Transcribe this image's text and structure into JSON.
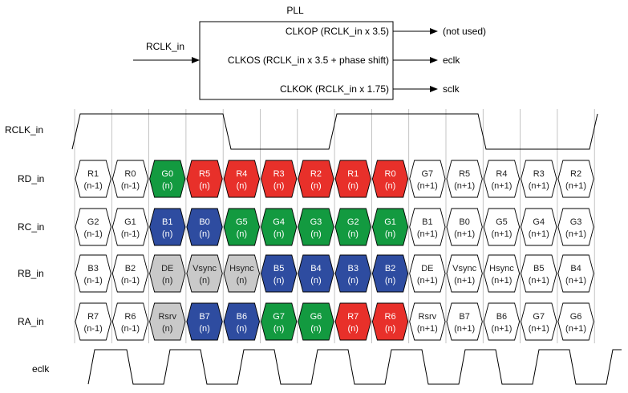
{
  "pll": {
    "title": "PLL",
    "input": "RCLK_in",
    "outputs": [
      {
        "label": "CLKOP (RCLK_in x 3.5)",
        "dest": "(not used)"
      },
      {
        "label": "CLKOS (RCLK_in x 3.5 + phase shift)",
        "dest": "eclk"
      },
      {
        "label": "CLKOK (RCLK_in x 1.75)",
        "dest": "sclk"
      }
    ]
  },
  "colors": {
    "red": "#e8302a",
    "green": "#139a40",
    "blue": "#2e4ca0",
    "gray": "#c9c9c9",
    "white": "#ffffff"
  },
  "signals": {
    "rclk": "RCLK_in",
    "eclk": "eclk"
  },
  "rows": [
    {
      "label": "RD_in",
      "cells": [
        {
          "name": "R1",
          "sub": "(n-1)",
          "color": "white"
        },
        {
          "name": "R0",
          "sub": "(n-1)",
          "color": "white"
        },
        {
          "name": "G0",
          "sub": "(n)",
          "color": "green"
        },
        {
          "name": "R5",
          "sub": "(n)",
          "color": "red"
        },
        {
          "name": "R4",
          "sub": "(n)",
          "color": "red"
        },
        {
          "name": "R3",
          "sub": "(n)",
          "color": "red"
        },
        {
          "name": "R2",
          "sub": "(n)",
          "color": "red"
        },
        {
          "name": "R1",
          "sub": "(n)",
          "color": "red"
        },
        {
          "name": "R0",
          "sub": "(n)",
          "color": "red"
        },
        {
          "name": "G7",
          "sub": "(n+1)",
          "color": "white"
        },
        {
          "name": "R5",
          "sub": "(n+1)",
          "color": "white"
        },
        {
          "name": "R4",
          "sub": "(n+1)",
          "color": "white"
        },
        {
          "name": "R3",
          "sub": "(n+1)",
          "color": "white"
        },
        {
          "name": "R2",
          "sub": "(n+1)",
          "color": "white"
        }
      ]
    },
    {
      "label": "RC_in",
      "cells": [
        {
          "name": "G2",
          "sub": "(n-1)",
          "color": "white"
        },
        {
          "name": "G1",
          "sub": "(n-1)",
          "color": "white"
        },
        {
          "name": "B1",
          "sub": "(n)",
          "color": "blue"
        },
        {
          "name": "B0",
          "sub": "(n)",
          "color": "blue"
        },
        {
          "name": "G5",
          "sub": "(n)",
          "color": "green"
        },
        {
          "name": "G4",
          "sub": "(n)",
          "color": "green"
        },
        {
          "name": "G3",
          "sub": "(n)",
          "color": "green"
        },
        {
          "name": "G2",
          "sub": "(n)",
          "color": "green"
        },
        {
          "name": "G1",
          "sub": "(n)",
          "color": "green"
        },
        {
          "name": "B1",
          "sub": "(n+1)",
          "color": "white"
        },
        {
          "name": "B0",
          "sub": "(n+1)",
          "color": "white"
        },
        {
          "name": "G5",
          "sub": "(n+1)",
          "color": "white"
        },
        {
          "name": "G4",
          "sub": "(n+1)",
          "color": "white"
        },
        {
          "name": "G3",
          "sub": "(n+1)",
          "color": "white"
        }
      ]
    },
    {
      "label": "RB_in",
      "cells": [
        {
          "name": "B3",
          "sub": "(n-1)",
          "color": "white"
        },
        {
          "name": "B2",
          "sub": "(n-1)",
          "color": "white"
        },
        {
          "name": "DE",
          "sub": "(n)",
          "color": "gray"
        },
        {
          "name": "Vsync",
          "sub": "(n)",
          "color": "gray"
        },
        {
          "name": "Hsync",
          "sub": "(n)",
          "color": "gray"
        },
        {
          "name": "B5",
          "sub": "(n)",
          "color": "blue"
        },
        {
          "name": "B4",
          "sub": "(n)",
          "color": "blue"
        },
        {
          "name": "B3",
          "sub": "(n)",
          "color": "blue"
        },
        {
          "name": "B2",
          "sub": "(n)",
          "color": "blue"
        },
        {
          "name": "DE",
          "sub": "(n+1)",
          "color": "white"
        },
        {
          "name": "Vsync",
          "sub": "(n+1)",
          "color": "white"
        },
        {
          "name": "Hsync",
          "sub": "(n+1)",
          "color": "white"
        },
        {
          "name": "B5",
          "sub": "(n+1)",
          "color": "white"
        },
        {
          "name": "B4",
          "sub": "(n+1)",
          "color": "white"
        }
      ]
    },
    {
      "label": "RA_in",
      "cells": [
        {
          "name": "R7",
          "sub": "(n-1)",
          "color": "white"
        },
        {
          "name": "R6",
          "sub": "(n-1)",
          "color": "white"
        },
        {
          "name": "Rsrv",
          "sub": "(n)",
          "color": "gray"
        },
        {
          "name": "B7",
          "sub": "(n)",
          "color": "blue"
        },
        {
          "name": "B6",
          "sub": "(n)",
          "color": "blue"
        },
        {
          "name": "G7",
          "sub": "(n)",
          "color": "green"
        },
        {
          "name": "G6",
          "sub": "(n)",
          "color": "green"
        },
        {
          "name": "R7",
          "sub": "(n)",
          "color": "red"
        },
        {
          "name": "R6",
          "sub": "(n)",
          "color": "red"
        },
        {
          "name": "Rsrv",
          "sub": "(n+1)",
          "color": "white"
        },
        {
          "name": "B7",
          "sub": "(n+1)",
          "color": "white"
        },
        {
          "name": "B6",
          "sub": "(n+1)",
          "color": "white"
        },
        {
          "name": "G7",
          "sub": "(n+1)",
          "color": "white"
        },
        {
          "name": "G6",
          "sub": "(n+1)",
          "color": "white"
        }
      ]
    }
  ]
}
